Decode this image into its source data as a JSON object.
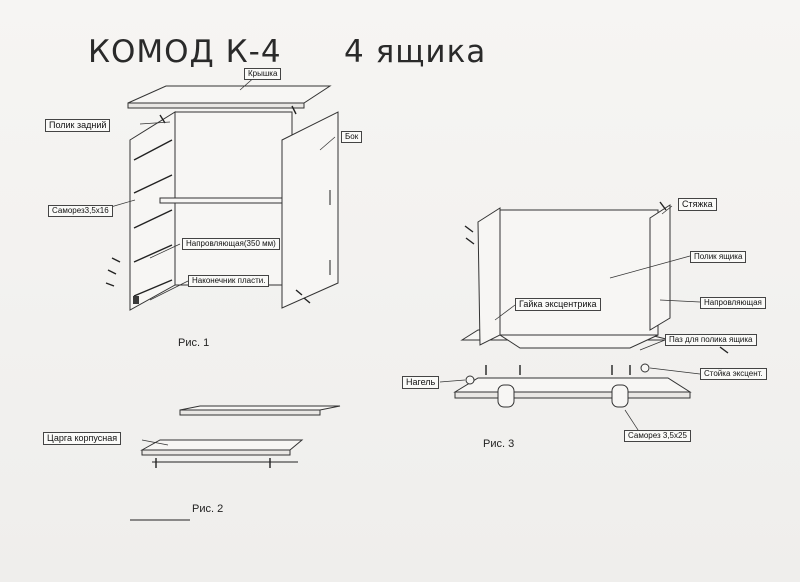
{
  "title": {
    "model": "КОМОД К-4",
    "drawers": "4 ящика"
  },
  "figures": {
    "fig1": "Рис. 1",
    "fig2": "Рис. 2",
    "fig3": "Рис. 3"
  },
  "labels": {
    "kryshka": "Крышка",
    "polik_zadniy": "Полик задний",
    "bok": "Бок",
    "samorez_3_5x16": "Саморез3,5х16",
    "napravlyayushchaya_350": "Напровляющая(350 мм)",
    "nakonechnik": "Наконечник пласти.",
    "tsarga": "Царга корпусная",
    "styazhka": "Стяжка",
    "polik_yashchika": "Полик ящика",
    "gayka": "Гайка эксцентрика",
    "napravlyayushchaya": "Напровляющая",
    "paz": "Паз для полика ящика",
    "nagel": "Нагель",
    "stoyka": "Стойка эксцент.",
    "samorez_3_5x25": "Саморез 3,5х25"
  },
  "colors": {
    "paper": "#f4f3f1",
    "ink": "#222222"
  }
}
